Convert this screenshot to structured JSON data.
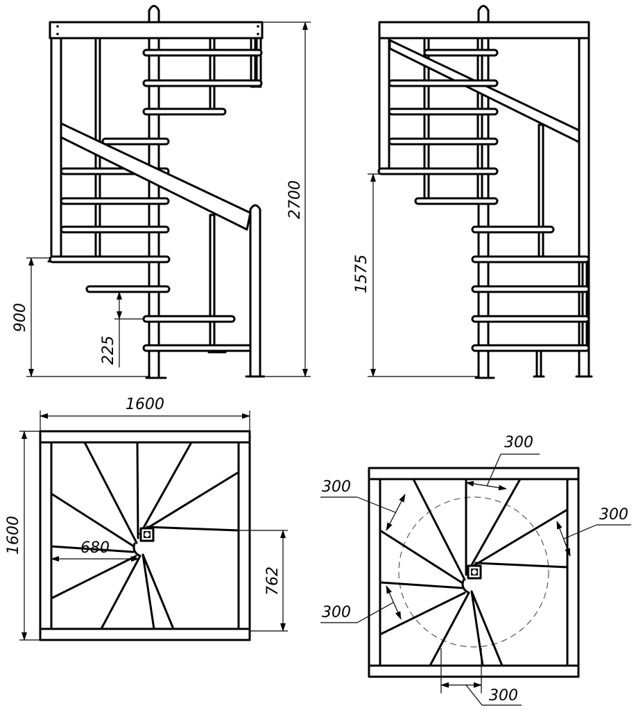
{
  "drawing": {
    "dimensions": {
      "total_height": "2700",
      "landing_height": "900",
      "step_rise": "225",
      "upper_landing_height": "1575",
      "plan_width": "1600",
      "plan_depth": "1600",
      "tread_reach": "680",
      "center_offset": "762",
      "tread_depth_top": "300",
      "tread_depth_left": "300",
      "tread_depth_right": "300",
      "tread_depth_lower_left": "300",
      "tread_depth_bottom": "300"
    }
  }
}
